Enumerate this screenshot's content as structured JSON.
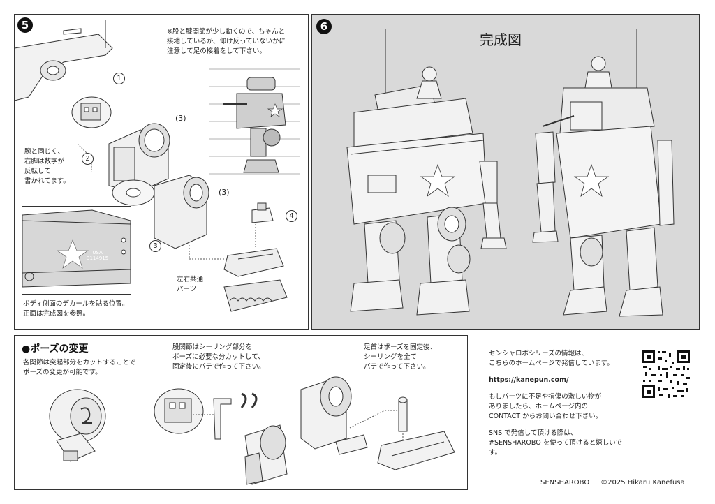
{
  "panel5": {
    "step": "5",
    "note": "※股と膝関節が少し動くので、ちゃんと\n接地しているか、仰け反っていないかに\n注意して足の接着をして下さい。",
    "callouts": [
      "1",
      "2",
      "3",
      "4"
    ],
    "paren_label": "(3)",
    "leg_note": "腕と同じく、\n右脚は数字が\n反転して\n書かれてます。",
    "shared_parts": "左右共通\nパーツ",
    "decal_text": "USA\n3114915",
    "decal_note": "ボディ側面のデカールを貼る位置。\n正面は完成図を参照。"
  },
  "panel6": {
    "step": "6",
    "title": "完成図"
  },
  "pose": {
    "title": "●ポーズの変更",
    "intro": "各関節は突起部分をカットすることで\nポーズの変更が可能です。",
    "hip": "股関節はシーリング部分を\nポーズに必要な分カットして、\n固定後にパテで作って下さい。",
    "ankle": "足首はポーズを固定後、\nシーリングを全て\nパテで作って下さい。"
  },
  "info": {
    "line1": "センシャロボシリーズの情報は、\nこちらのホームページで発信しています。",
    "url": "https://kanepun.com/",
    "line2": "もしパーツに不足や損傷の激しい物が\nありましたら、ホームページ内の\nCONTACT からお問い合わせ下さい。",
    "line3": "SNS で発信して頂ける際は、\n#SENSHAROBO を使って頂けると嬉しいです。"
  },
  "footer": {
    "brand": "SENSHAROBO",
    "copyright": "©2025 Hikaru Kanefusa"
  }
}
